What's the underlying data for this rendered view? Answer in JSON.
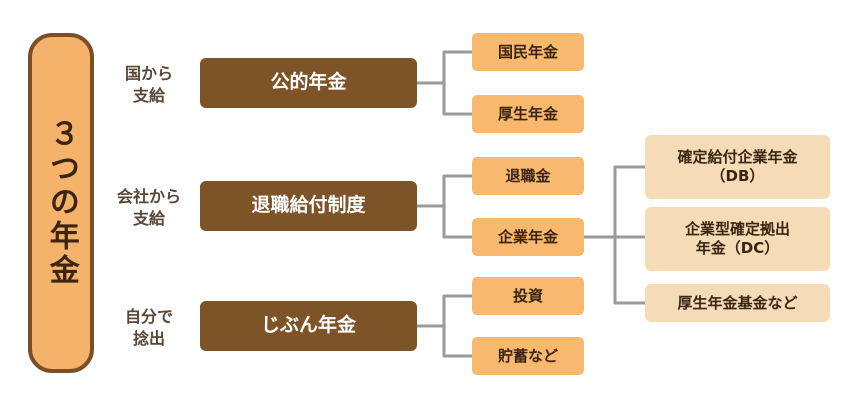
{
  "root": {
    "label": "３つの年金"
  },
  "branches": [
    {
      "source": "国から\n支給",
      "system": "公的年金",
      "items": [
        "国民年金",
        "厚生年金"
      ]
    },
    {
      "source": "会社から\n支給",
      "system": "退職給付制度",
      "items": [
        "退職金",
        "企業年金"
      ],
      "sub_items": [
        "確定給付企業年金\n（DB）",
        "企業型確定拠出\n年金（DC）",
        "厚生年金基金など"
      ]
    },
    {
      "source": "自分で\n捻出",
      "system": "じぶん年金",
      "items": [
        "投資",
        "貯蓄など"
      ]
    }
  ],
  "colors": {
    "root_fill": "#f4b26a",
    "root_border": "#7a4e27",
    "system_fill": "#7d5328",
    "item_fill": "#f8b86d",
    "sub_item_fill": "#f6dcb6",
    "connector": "#9a9a9a"
  }
}
